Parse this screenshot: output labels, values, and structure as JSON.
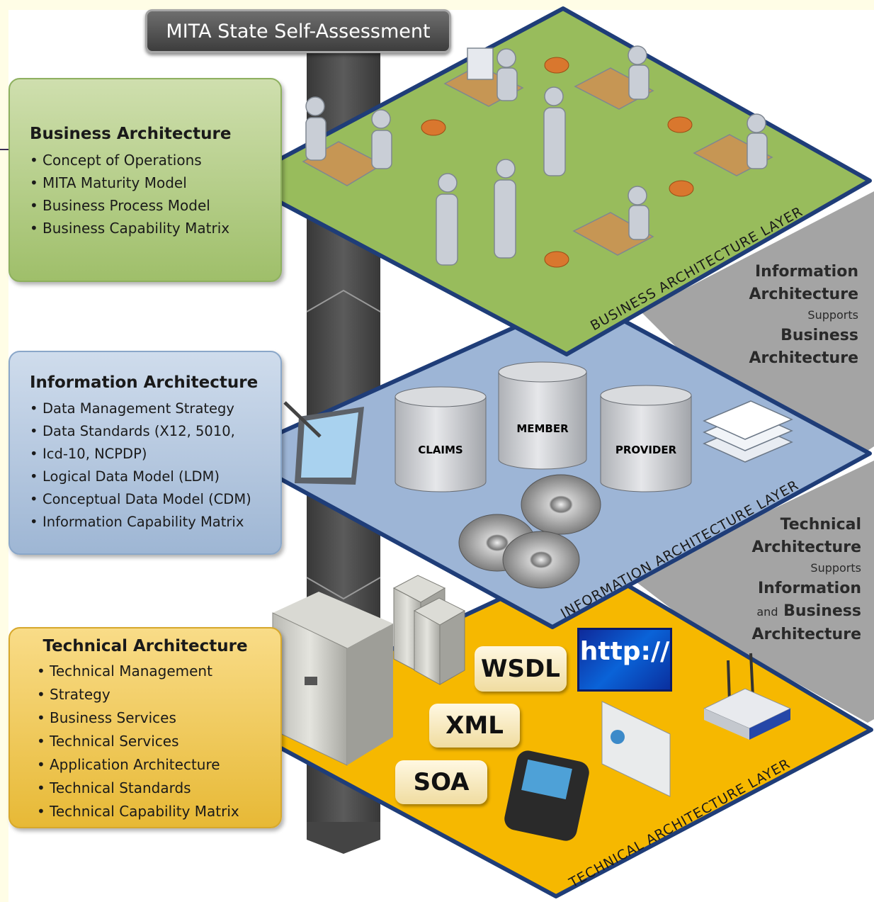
{
  "title": "MITA State Self-Assessment",
  "business_card": {
    "heading": "Business Architecture",
    "items": [
      "Concept of Operations",
      "MITA Maturity Model",
      "Business Process Model",
      "Business Capability Matrix"
    ]
  },
  "information_card": {
    "heading": "Information Architecture",
    "items": [
      "Data Management Strategy",
      "Data Standards (X12, 5010,",
      "Icd-10, NCPDP)",
      "Logical Data Model (LDM)",
      "Conceptual Data Model (CDM)",
      "Information Capability Matrix"
    ]
  },
  "technical_card": {
    "heading": "Technical Architecture",
    "items": [
      "Technical Management",
      "Strategy",
      "Business Services",
      "Technical Services",
      "Application Architecture",
      "Technical Standards",
      "Technical Capability Matrix"
    ]
  },
  "layers": {
    "business": "BUSINESS ARCHITECTURE LAYER",
    "information": "INFORMATION ARCHITECTURE LAYER",
    "technical": "TECHNICAL ARCHITECTURE LAYER"
  },
  "support_upper": {
    "line1": "Information",
    "line2": "Architecture",
    "line3": "Supports",
    "line4": "Business",
    "line5": "Architecture"
  },
  "support_lower": {
    "line1": "Technical",
    "line2": "Architecture",
    "line3": "Supports",
    "line4": "Information",
    "line5_a": "and",
    "line5_b": "Business",
    "line6": "Architecture"
  },
  "databases": {
    "claims": "CLAIMS",
    "member": "MEMBER",
    "provider": "PROVIDER"
  },
  "tech_tags": {
    "wsdl": "WSDL",
    "xml": "XML",
    "soa": "SOA",
    "http": "http://"
  },
  "colors": {
    "business_layer": "#98bc5c",
    "information_layer": "#9db5d6",
    "technical_layer": "#f6b800",
    "layer_border": "#1f3d78",
    "side_panel": "#a4a4a4",
    "column": "#4a4a4a"
  }
}
